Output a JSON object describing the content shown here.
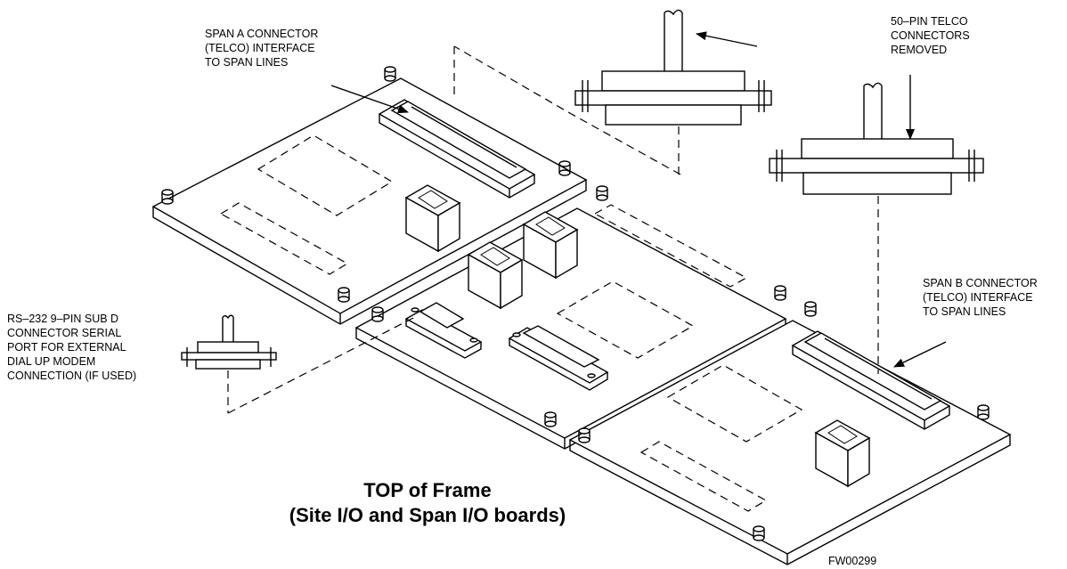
{
  "labels": {
    "span_a": [
      "SPAN A CONNECTOR",
      "(TELCO) INTERFACE",
      "TO SPAN LINES"
    ],
    "telco": [
      "50–PIN TELCO",
      "CONNECTORS",
      "REMOVED"
    ],
    "span_b": [
      "SPAN B CONNECTOR",
      "(TELCO) INTERFACE",
      "TO SPAN LINES"
    ],
    "rs232": [
      "RS–232 9–PIN SUB D",
      "CONNECTOR SERIAL",
      "PORT FOR EXTERNAL",
      "DIAL UP MODEM",
      "CONNECTION (IF USED)"
    ]
  },
  "title": [
    "TOP of Frame",
    "(Site I/O and Span I/O boards)"
  ],
  "figure_id": "FW00299"
}
